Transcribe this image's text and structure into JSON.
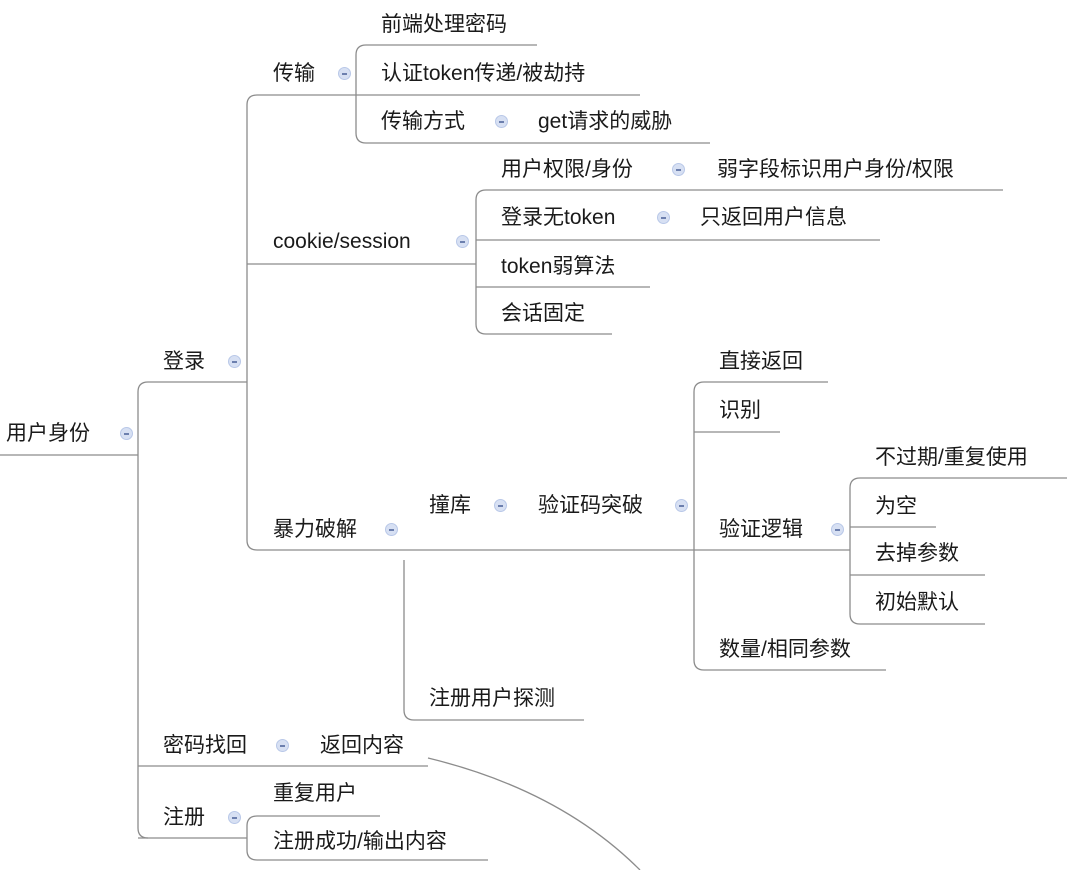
{
  "mindmap": {
    "root": "用户身份",
    "login": {
      "label": "登录",
      "transport": {
        "label": "传输",
        "children": [
          "前端处理密码",
          "认证token传递/被劫持"
        ],
        "method": {
          "label": "传输方式",
          "child": "get请求的威胁"
        }
      },
      "cookie_session": {
        "label": "cookie/session",
        "permission": {
          "label": "用户权限/身份",
          "child": "弱字段标识用户身份/权限"
        },
        "no_token": {
          "label": "登录无token",
          "child": "只返回用户信息"
        },
        "children": [
          "token弱算法",
          "会话固定"
        ]
      },
      "brute_force": {
        "label": "暴力破解",
        "credential_stuffing": {
          "label": "撞库",
          "captcha_bypass": {
            "label": "验证码突破",
            "children": [
              "直接返回",
              "识别"
            ],
            "logic": {
              "label": "验证逻辑",
              "children": [
                "不过期/重复使用",
                "为空",
                "去掉参数",
                "初始默认"
              ]
            },
            "count": "数量/相同参数"
          }
        },
        "register_probe": "注册用户探测"
      }
    },
    "password_recovery": {
      "label": "密码找回",
      "child": "返回内容"
    },
    "register": {
      "label": "注册",
      "children": [
        "重复用户",
        "注册成功/输出内容"
      ]
    }
  },
  "colors": {
    "line": "#8c8c8c",
    "text": "#1a1a1a",
    "toggle_fill": "#d7e0f3",
    "toggle_mark": "#6c7fae"
  }
}
